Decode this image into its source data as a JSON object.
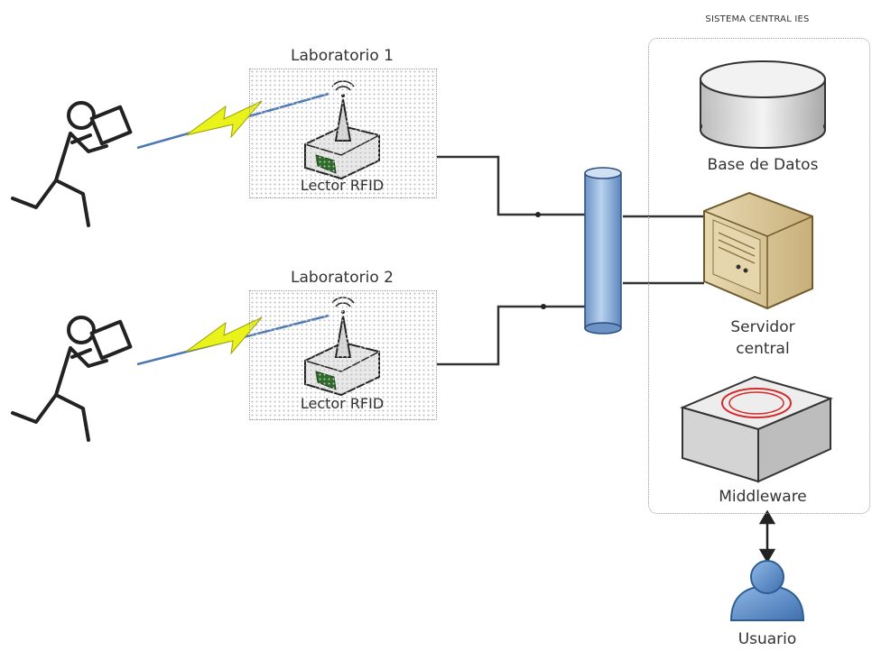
{
  "diagram": {
    "system_title": "SISTEMA CENTRAL IES",
    "labs": [
      {
        "title": "Laboratorio 1",
        "reader_label": "Lector RFID"
      },
      {
        "title": "Laboratorio 2",
        "reader_label": "Lector RFID"
      }
    ],
    "nodes": {
      "database": "Base de Datos",
      "server_line1": "Servidor",
      "server_line2": "central",
      "middleware": "Middleware",
      "user": "Usuario"
    },
    "colors": {
      "bus": "#9dbde0",
      "user": "#6f9ed4",
      "lightning": "#e9f21a",
      "wire": "#333333"
    }
  }
}
